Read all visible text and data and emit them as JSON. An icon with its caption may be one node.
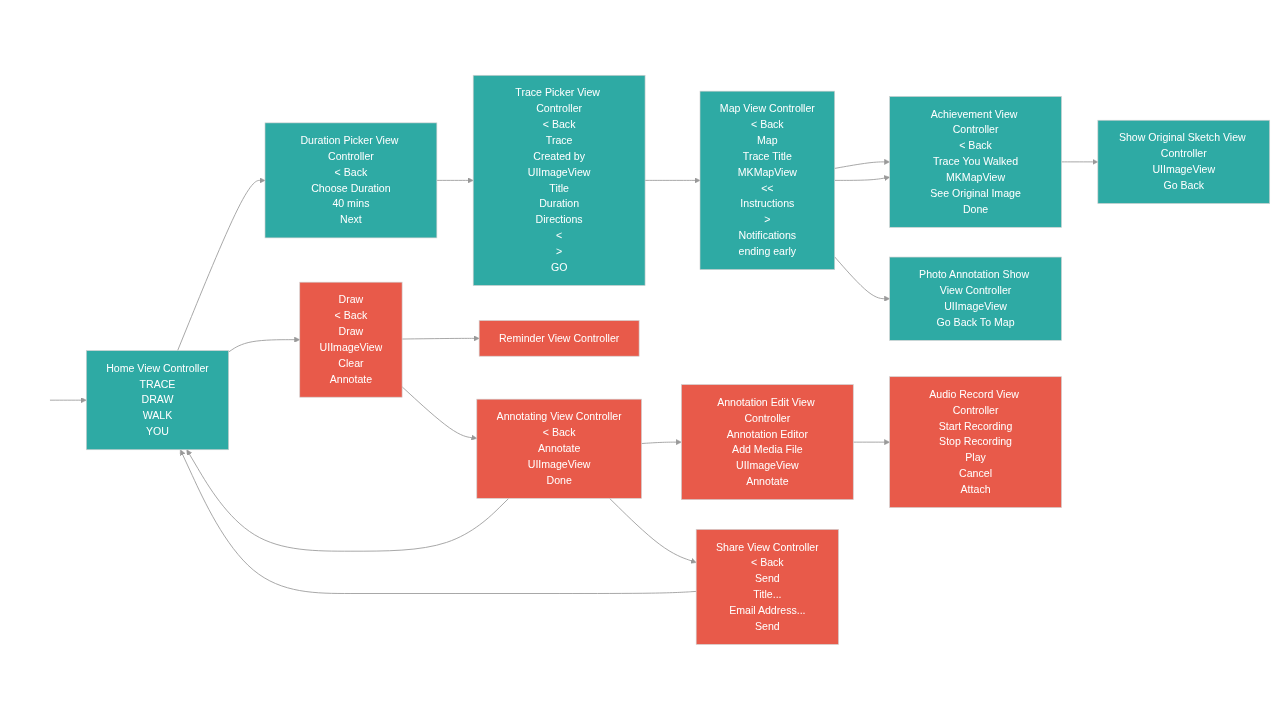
{
  "diagram": {
    "nodes": [
      {
        "text": [
          "Home View Controller",
          "TRACE",
          "DRAW",
          "WALK",
          "YOU"
        ]
      },
      {
        "text": [
          "Reminder View Controller"
        ]
      },
      {
        "text": [
          "Annotation Edit View Controller",
          "Annotation Editor",
          "Add Media File",
          "UIImageView",
          "Annotate"
        ]
      },
      {
        "text": [
          "Audio Record View Controller",
          "Start Recording",
          "Stop Recording",
          "Play",
          "Cancel",
          "Attach"
        ]
      },
      {
        "text": [
          "Draw",
          "< Back",
          "Draw",
          "UIImageView",
          "Clear",
          "Annotate"
        ]
      },
      {
        "text": [
          "Annotating View Controller",
          "< Back",
          "Annotate",
          "UIImageView",
          "Done"
        ]
      },
      {
        "text": [
          "Share View Controller",
          "< Back",
          "Send",
          "Title...",
          "Email Address...",
          "Send"
        ]
      },
      {
        "text": [
          "Duration Picker View Controller",
          "< Back",
          "Choose Duration",
          "40 mins",
          "Next"
        ]
      },
      {
        "text": [
          "Trace Picker View Controller",
          "< Back",
          "Trace",
          "Created by",
          "UIImageView",
          "Title",
          "Duration",
          "Directions",
          "<",
          ">",
          "GO"
        ]
      },
      {
        "text": [
          "Map View Controller",
          "< Back",
          "Map",
          "Trace Title",
          "MKMapView",
          "<<",
          "Instructions",
          ">",
          "Notifications",
          "ending early"
        ]
      },
      {
        "text": [
          "Achievement View Controller",
          "< Back",
          "Trace You Walked",
          "MKMapView",
          "See Original Image",
          "Done"
        ]
      },
      {
        "text": [
          "Photo Annotation Show View Controller",
          "UIImageView",
          "Go Back To Map"
        ]
      },
      {
        "text": [
          "Show Original Sketch View Controller",
          "UIImageView",
          "Go Back"
        ]
      }
    ],
    "edges": [
      {
        "from": null,
        "to": 0,
        "arrow": "to"
      },
      {
        "from": 0,
        "to": 4,
        "arrow": "to"
      },
      {
        "from": 0,
        "to": 7,
        "arrow": "to"
      },
      {
        "from": 4,
        "to": 1,
        "arrow": "to"
      },
      {
        "from": 4,
        "to": 5,
        "arrow": "to"
      },
      {
        "from": 5,
        "to": 2,
        "arrow": "to"
      },
      {
        "from": 2,
        "to": 3,
        "arrow": "to"
      },
      {
        "from": 5,
        "to": 6,
        "arrow": "to"
      },
      {
        "from": 5,
        "to": 0,
        "arrow": "to"
      },
      {
        "from": 6,
        "to": 0,
        "arrow": "to"
      },
      {
        "from": 7,
        "to": 8,
        "arrow": "to"
      },
      {
        "from": 8,
        "to": 9,
        "arrow": "to"
      },
      {
        "from": 9,
        "to": 10,
        "arrow": "to"
      },
      {
        "from": 9,
        "to": 10,
        "arrow": "to"
      },
      {
        "from": 9,
        "to": 11,
        "arrow": "to"
      },
      {
        "from": 10,
        "to": 12,
        "arrow": "to"
      }
    ]
  }
}
